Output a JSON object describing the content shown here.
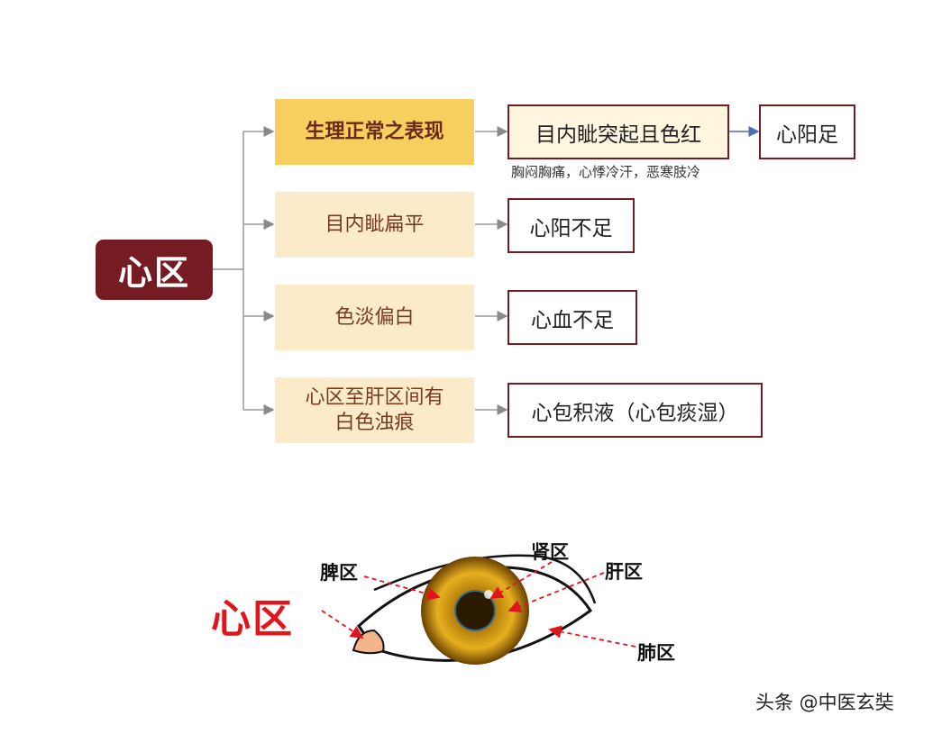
{
  "root": {
    "label": "心区"
  },
  "rows": [
    {
      "condition": "生理正常之表现",
      "result": "目内眦突起且色红",
      "next": "心阳足",
      "note": "胸闷胸痛，心悸冷汗，恶寒肢冷"
    },
    {
      "condition": "目内眦扁平",
      "result": "心阳不足"
    },
    {
      "condition": "色淡偏白",
      "result": "心血不足"
    },
    {
      "condition_line1": "心区至肝区间有",
      "condition_line2": "白色浊痕",
      "result": "心包积液（心包痰湿）"
    }
  ],
  "eye_figure": {
    "labels": {
      "spleen": "脾区",
      "kidney": "肾区",
      "liver": "肝区",
      "lung": "肺区",
      "heart": "心区"
    }
  },
  "watermark": "头条 @中医玄奘",
  "colors": {
    "accent": "#741c22",
    "highlight": "#f6cf5e",
    "cream": "#fbebc8",
    "arrow_red": "#e2141c"
  }
}
